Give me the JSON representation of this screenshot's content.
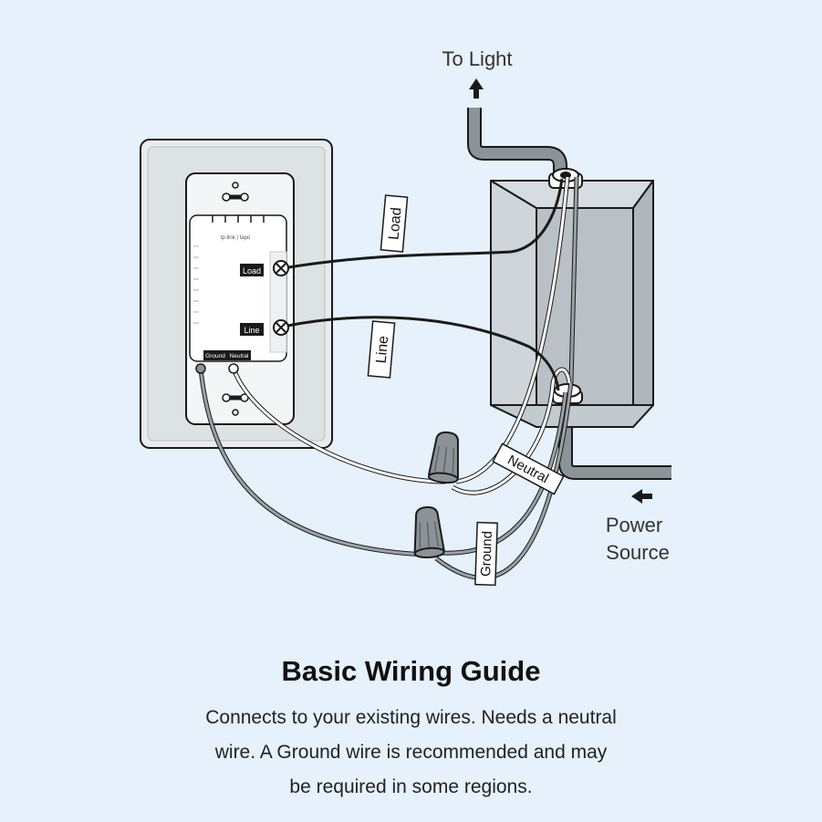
{
  "labels": {
    "to_light": "To Light",
    "power_source_line1": "Power",
    "power_source_line2": "Source",
    "wire_load": "Load",
    "wire_line": "Line",
    "wire_neutral": "Neutral",
    "wire_ground": "Ground"
  },
  "switch": {
    "brand": "tp-link | tapo",
    "terminal_load": "Load",
    "terminal_line": "Line",
    "terminal_ground": "Ground",
    "terminal_neutral": "Neutral"
  },
  "caption": {
    "title": "Basic Wiring Guide",
    "line1": "Connects to your existing wires. Needs a neutral",
    "line2": "wire. A Ground wire is recommended and may",
    "line3": "be required in some regions."
  },
  "colors": {
    "background": "#e6f1fb",
    "conduit": "#8a9499",
    "wire_black": "#1a1a1a",
    "wire_white": "#ffffff",
    "wire_ground": "#9aa3a8",
    "wire_nut": "#8c9296",
    "box": "#c7ced2"
  }
}
